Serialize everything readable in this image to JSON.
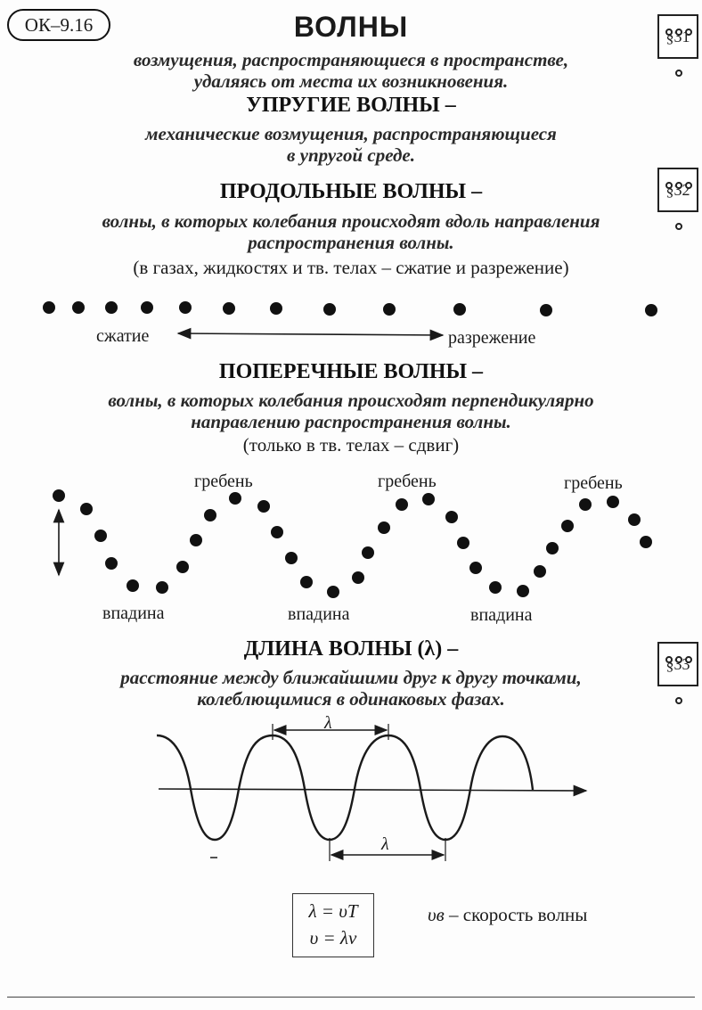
{
  "badge": "ОК–9.16",
  "title": "ВОЛНЫ",
  "waves_definition": [
    "возмущения, распространяющиеся в пространстве,",
    "удаляясь от места их возникновения."
  ],
  "elastic": {
    "heading": "УПРУГИЕ ВОЛНЫ –",
    "definition": [
      "механические возмущения, распространяющиеся",
      "в упругой среде."
    ]
  },
  "longitudinal": {
    "heading": "ПРОДОЛЬНЫЕ ВОЛНЫ –",
    "definition": [
      "волны, в которых колебания происходят вдоль направления",
      "распространения волны."
    ],
    "note": "(в газах, жидкостях и тв. телах – сжатие и разрежение)",
    "label_left": "сжатие",
    "label_right": "разрежение"
  },
  "transverse": {
    "heading": "ПОПЕРЕЧНЫЕ ВОЛНЫ –",
    "definition": [
      "волны, в которых колебания происходят перпендикулярно",
      "направлению распространения волны."
    ],
    "note": "(только в тв. телах – сдвиг)",
    "crest_label": "гребень",
    "trough_label": "впадина"
  },
  "wavelength": {
    "heading": "ДЛИНА ВОЛНЫ (λ) –",
    "definition": [
      "расстояние между ближайшими друг к другу точками,",
      "колеблющимися в одинаковых фазах."
    ],
    "lambda": "λ"
  },
  "formulas": [
    "λ = υT",
    "υ = λν"
  ],
  "speed_symbol": "υв",
  "speed_text": "– скорость волны",
  "sections": {
    "s31": "§31",
    "s32": "§32",
    "s33": "§33"
  }
}
